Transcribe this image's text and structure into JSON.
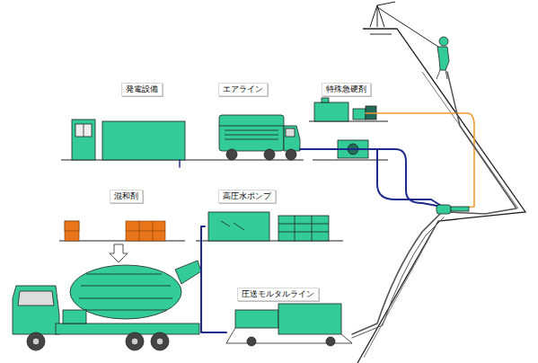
{
  "diagram": {
    "labels": [
      "発電設備",
      "エアライン",
      "特殊急硬剤",
      "混和剤",
      "高圧水ポンプ",
      "圧送モルタルライン"
    ]
  }
}
